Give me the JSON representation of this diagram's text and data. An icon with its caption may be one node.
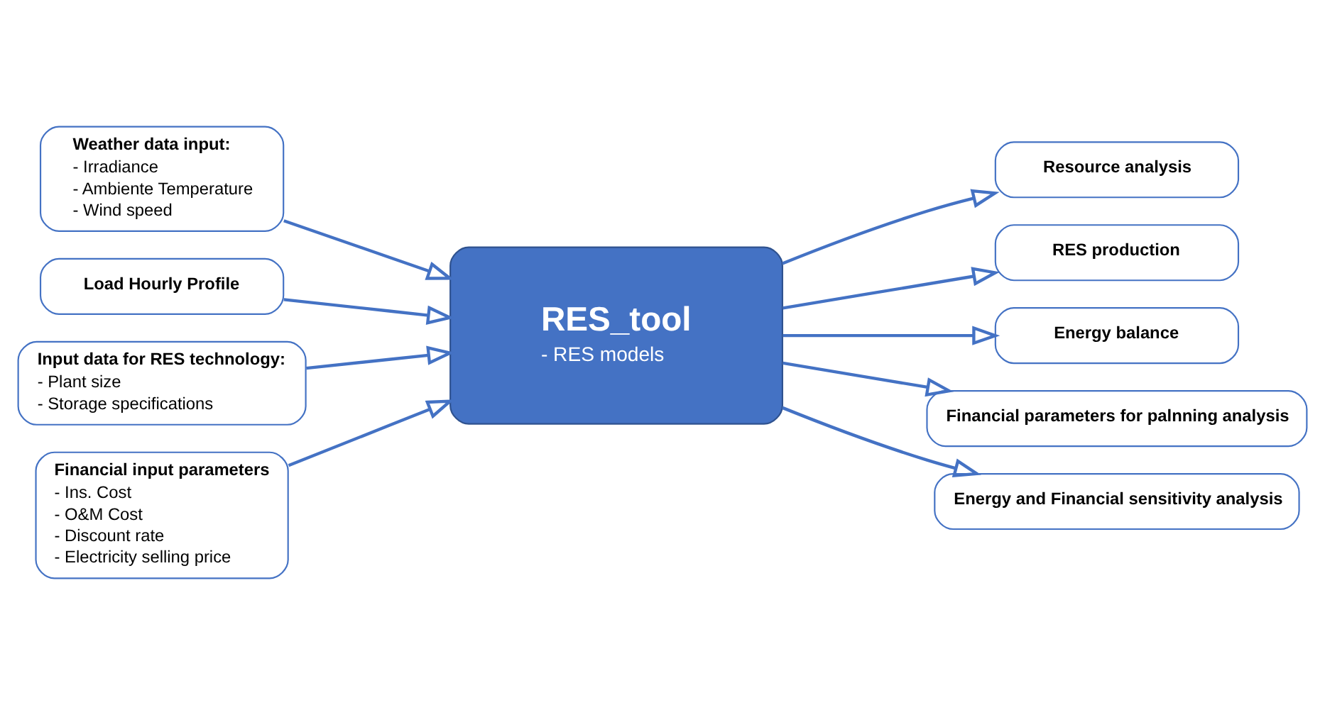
{
  "diagram": {
    "nodes": [
      {
        "text": [
          "Weather data input:",
          "- Irradiance",
          "- Ambiente Temperature",
          "- Wind speed"
        ]
      },
      {
        "text": [
          "Load Hourly Profile"
        ]
      },
      {
        "text": [
          "Input data for RES technology:",
          "- Plant size",
          "- Storage specifications"
        ]
      },
      {
        "text": [
          "Financial input parameters",
          "- Ins. Cost",
          "- O&M Cost",
          "- Discount rate",
          "- Electricity selling price"
        ]
      },
      {
        "text": [
          "RES_tool",
          "- RES models"
        ]
      },
      {
        "text": [
          "Resource analysis"
        ]
      },
      {
        "text": [
          "RES production"
        ]
      },
      {
        "text": [
          "Energy balance"
        ]
      },
      {
        "text": [
          "Financial parameters for palnning analysis"
        ]
      },
      {
        "text": [
          "Energy and Financial sensitivity analysis"
        ]
      }
    ],
    "edges": [
      {
        "from": 0,
        "to": 4,
        "arrow": "to"
      },
      {
        "from": 1,
        "to": 4,
        "arrow": "to"
      },
      {
        "from": 2,
        "to": 4,
        "arrow": "to"
      },
      {
        "from": 3,
        "to": 4,
        "arrow": "to"
      },
      {
        "from": 4,
        "to": 5,
        "arrow": "to"
      },
      {
        "from": 4,
        "to": 6,
        "arrow": "to"
      },
      {
        "from": 4,
        "to": 7,
        "arrow": "to"
      },
      {
        "from": 4,
        "to": 8,
        "arrow": "to"
      },
      {
        "from": 4,
        "to": 9,
        "arrow": "to"
      }
    ]
  }
}
